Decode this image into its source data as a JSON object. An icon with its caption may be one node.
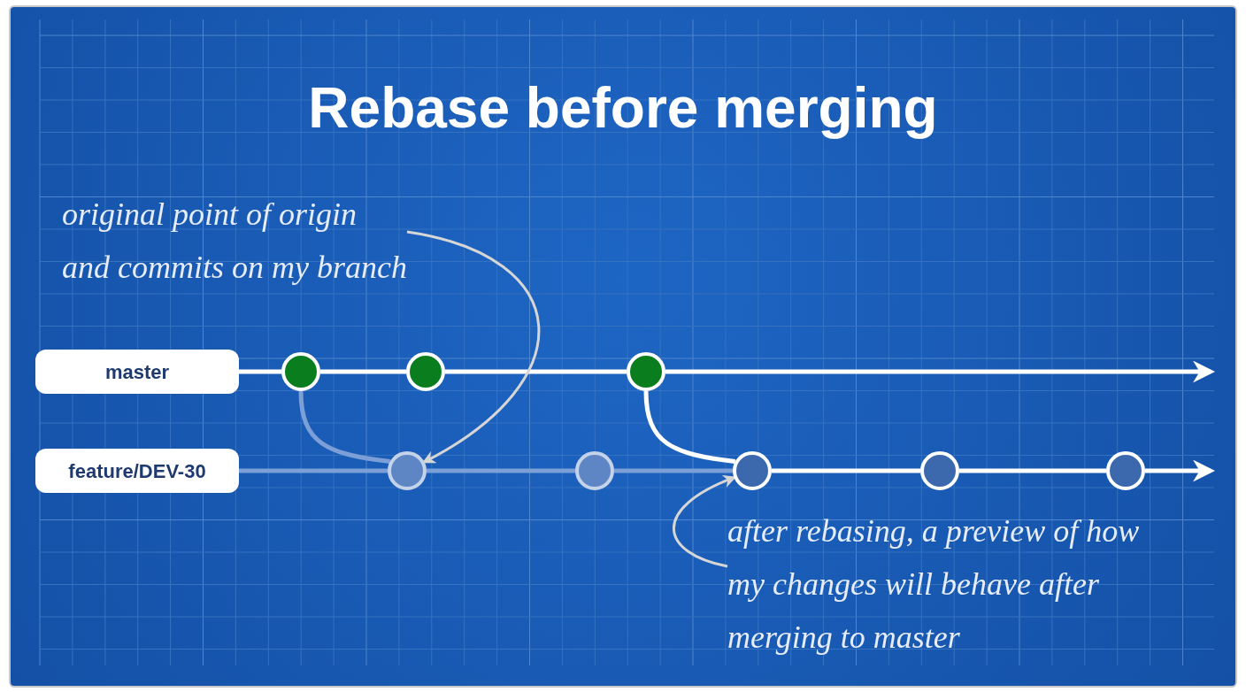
{
  "diagram": {
    "title": "Rebase before merging",
    "nodes": [
      {
        "text": [
          "master"
        ]
      },
      {
        "text": [
          "feature/DEV-30"
        ]
      },
      {
        "text": [],
        "shape": "circle"
      },
      {
        "text": [],
        "shape": "circle"
      },
      {
        "text": [],
        "shape": "circle"
      },
      {
        "text": [],
        "shape": "circle"
      },
      {
        "text": [],
        "shape": "circle"
      },
      {
        "text": [],
        "shape": "circle"
      },
      {
        "text": [],
        "shape": "circle"
      },
      {
        "text": [],
        "shape": "circle"
      },
      {
        "text": [
          "original point of origin and commits on my branch"
        ]
      },
      {
        "text": [
          "after rebasing, a preview of how my changes will behave after merging to master"
        ]
      }
    ],
    "edges": [
      {
        "from": 0,
        "to": 2,
        "arrow": "none"
      },
      {
        "from": 2,
        "to": 3,
        "arrow": "none"
      },
      {
        "from": 3,
        "to": 4,
        "arrow": "none"
      },
      {
        "from": 4,
        "to": null,
        "arrow": "to"
      },
      {
        "from": 1,
        "to": 5,
        "arrow": "none",
        "color": "#7b9fd6"
      },
      {
        "from": 2,
        "to": 5,
        "arrow": "none",
        "color": "#7b9fd6"
      },
      {
        "from": 5,
        "to": 6,
        "arrow": "none",
        "color": "#7b9fd6"
      },
      {
        "from": 4,
        "to": 7,
        "arrow": "none"
      },
      {
        "from": 7,
        "to": 8,
        "arrow": "none"
      },
      {
        "from": 8,
        "to": 9,
        "arrow": "none"
      },
      {
        "from": 9,
        "to": null,
        "arrow": "to"
      },
      {
        "from": 10,
        "to": 5,
        "arrow": "to",
        "color": "#d6d6d6"
      },
      {
        "from": 11,
        "to": 7,
        "arrow": "to",
        "color": "#d6d6d6"
      },
      {
        "from": 6,
        "to": 7,
        "arrow": "none",
        "color": "#7b9fd6"
      }
    ]
  }
}
